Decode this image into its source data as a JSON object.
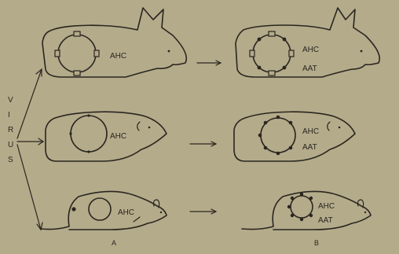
{
  "virus_letters": [
    "V",
    "I",
    "R",
    "U",
    "S"
  ],
  "animals": {
    "rabbit_a": {
      "label": "AHC"
    },
    "rabbit_b": {
      "label_1": "AHC",
      "label_2": "AAT"
    },
    "guineapig_a": {
      "label": "AHC"
    },
    "guineapig_b": {
      "label_1": "AHC",
      "label_2": "AAT"
    },
    "rat_a": {
      "label": "AHC"
    },
    "rat_b": {
      "label_1": "AHC",
      "label_2": "AAT"
    }
  },
  "panels": {
    "a": "A",
    "b": "B"
  },
  "colors": {
    "background": "#b4ab8b",
    "ink": "#2a261f"
  }
}
